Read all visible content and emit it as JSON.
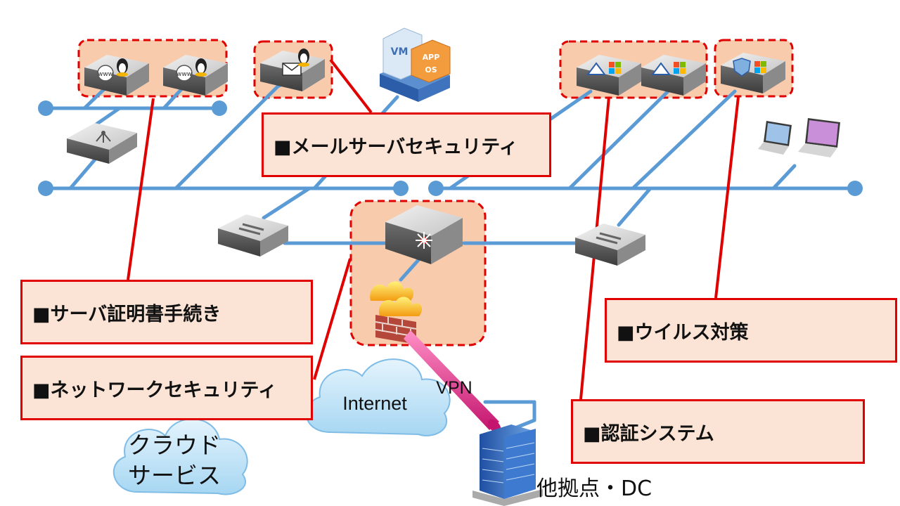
{
  "colors": {
    "network_line": "#5b9bd5",
    "callout_border": "#e00000",
    "callout_fill": "#fbe4d5",
    "zone_fill": "#f8cbad",
    "zone_border": "#e00000",
    "vpn_tube": "#e8479b",
    "cloud": "#c7e6f8"
  },
  "callouts": {
    "mail_security": "■メールサーバセキュリティ",
    "server_cert": "■サーバ証明書手続き",
    "network_security": "■ネットワークセキュリティ",
    "virus": "■ウイルス対策",
    "auth": "■認証システム"
  },
  "labels": {
    "internet": "Internet",
    "vpn": "VPN",
    "cloud_line1": "クラウド",
    "cloud_line2": "サービス",
    "branch": "他拠点・DC",
    "vm": "VM",
    "app": "APP",
    "os": "OS"
  },
  "icons": {
    "web_server": "linux-web-server-icon",
    "mail_server": "linux-mail-server-icon",
    "virtual_server": "vm-app-os-icon",
    "ad_server": "windows-ad-server-icon",
    "av_server": "windows-antivirus-server-icon",
    "router": "router-icon",
    "switch": "switch-icon",
    "core_switch": "core-switch-icon",
    "firewall": "firewall-icon",
    "laptop": "laptop-icon",
    "building": "office-building-icon",
    "cloud": "cloud-icon"
  }
}
